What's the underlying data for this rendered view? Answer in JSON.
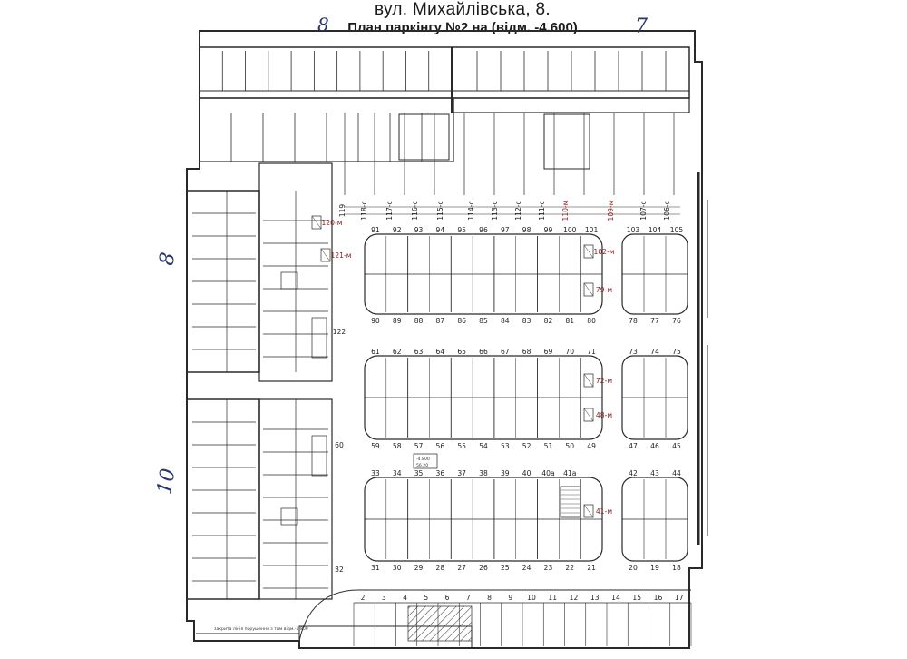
{
  "header": {
    "street": "вул. Михайлівська, 8.",
    "plan_title": "План паркінгу №2 на (відм. -4.600)"
  },
  "handwritten": {
    "top_left": "8",
    "top_right": "7",
    "side_upper": "8",
    "side_lower": "10"
  },
  "ramp_note": "закрита лінія порушення з тим відм.-1.800",
  "elevation": {
    "top": "-4.800",
    "bottom": "56.20"
  },
  "colors": {
    "line": "#2a2a2a",
    "red": "#8b1a1a",
    "ink": "#27366e"
  },
  "parking": {
    "blockA_top": [
      "91",
      "92",
      "93",
      "94",
      "95",
      "96",
      "97",
      "98",
      "99",
      "100",
      "101"
    ],
    "blockA_bottom": [
      "90",
      "89",
      "88",
      "87",
      "86",
      "85",
      "84",
      "83",
      "82",
      "81",
      "80"
    ],
    "blockA_right_top": [
      "103",
      "104",
      "105"
    ],
    "blockA_right_bottom": [
      "78",
      "77",
      "76"
    ],
    "blockB_top": [
      "61",
      "62",
      "63",
      "64",
      "65",
      "66",
      "67",
      "68",
      "69",
      "70",
      "71"
    ],
    "blockB_bottom": [
      "59",
      "58",
      "57",
      "56",
      "55",
      "54",
      "53",
      "52",
      "51",
      "50",
      "49"
    ],
    "blockB_right_top": [
      "73",
      "74",
      "75"
    ],
    "blockB_right_bottom": [
      "47",
      "46",
      "45"
    ],
    "blockC_top": [
      "33",
      "34",
      "35",
      "36",
      "37",
      "38",
      "39",
      "40",
      "40а",
      "41а"
    ],
    "blockC_bottom": [
      "31",
      "30",
      "29",
      "28",
      "27",
      "26",
      "25",
      "24",
      "23",
      "22",
      "21"
    ],
    "blockC_right_top": [
      "42",
      "43",
      "44"
    ],
    "blockC_right_bottom": [
      "20",
      "19",
      "18"
    ],
    "bottom_row": [
      "2",
      "3",
      "4",
      "5",
      "6",
      "7",
      "8",
      "9",
      "10",
      "11",
      "12",
      "13",
      "14",
      "15",
      "16",
      "17"
    ],
    "top_row": [
      "119",
      "118-с",
      "117-с",
      "116-с",
      "115-с",
      "114-с",
      "113-с",
      "112-с",
      "111-с",
      "110-м",
      "109-м",
      "107-с",
      "106-с"
    ],
    "left_labels": [
      "122",
      "60",
      "32"
    ],
    "red_labels": [
      "120-м",
      "121-м",
      "102-м",
      "79-м",
      "72-м",
      "48-м",
      "41-м"
    ]
  }
}
